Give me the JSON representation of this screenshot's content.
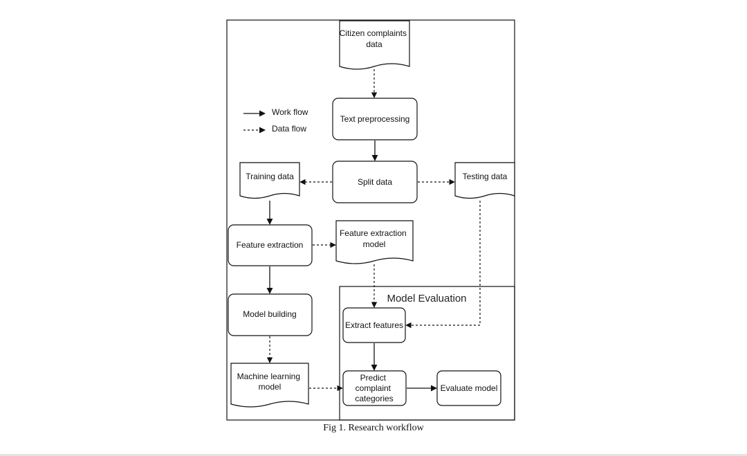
{
  "diagram": {
    "legend": {
      "work_flow": "Work flow",
      "data_flow": "Data flow"
    },
    "nodes": {
      "citizen_complaints": [
        "Citizen complaints",
        "data"
      ],
      "text_preprocessing": [
        "Text preprocessing"
      ],
      "split_data": [
        "Split data"
      ],
      "training_data": [
        "Training data"
      ],
      "testing_data": [
        "Testing data"
      ],
      "feature_extraction": [
        "Feature extraction"
      ],
      "feature_extraction_model": [
        "Feature extraction",
        "model"
      ],
      "model_building": [
        "Model building"
      ],
      "machine_learning_model": [
        "Machine learning",
        "model"
      ],
      "extract_features": [
        "Extract features"
      ],
      "predict_categories": [
        "Predict",
        "complaint",
        "categories"
      ],
      "evaluate_model": [
        "Evaluate model"
      ]
    },
    "group_title": "Model Evaluation"
  },
  "caption": "Fig 1. Research workflow"
}
